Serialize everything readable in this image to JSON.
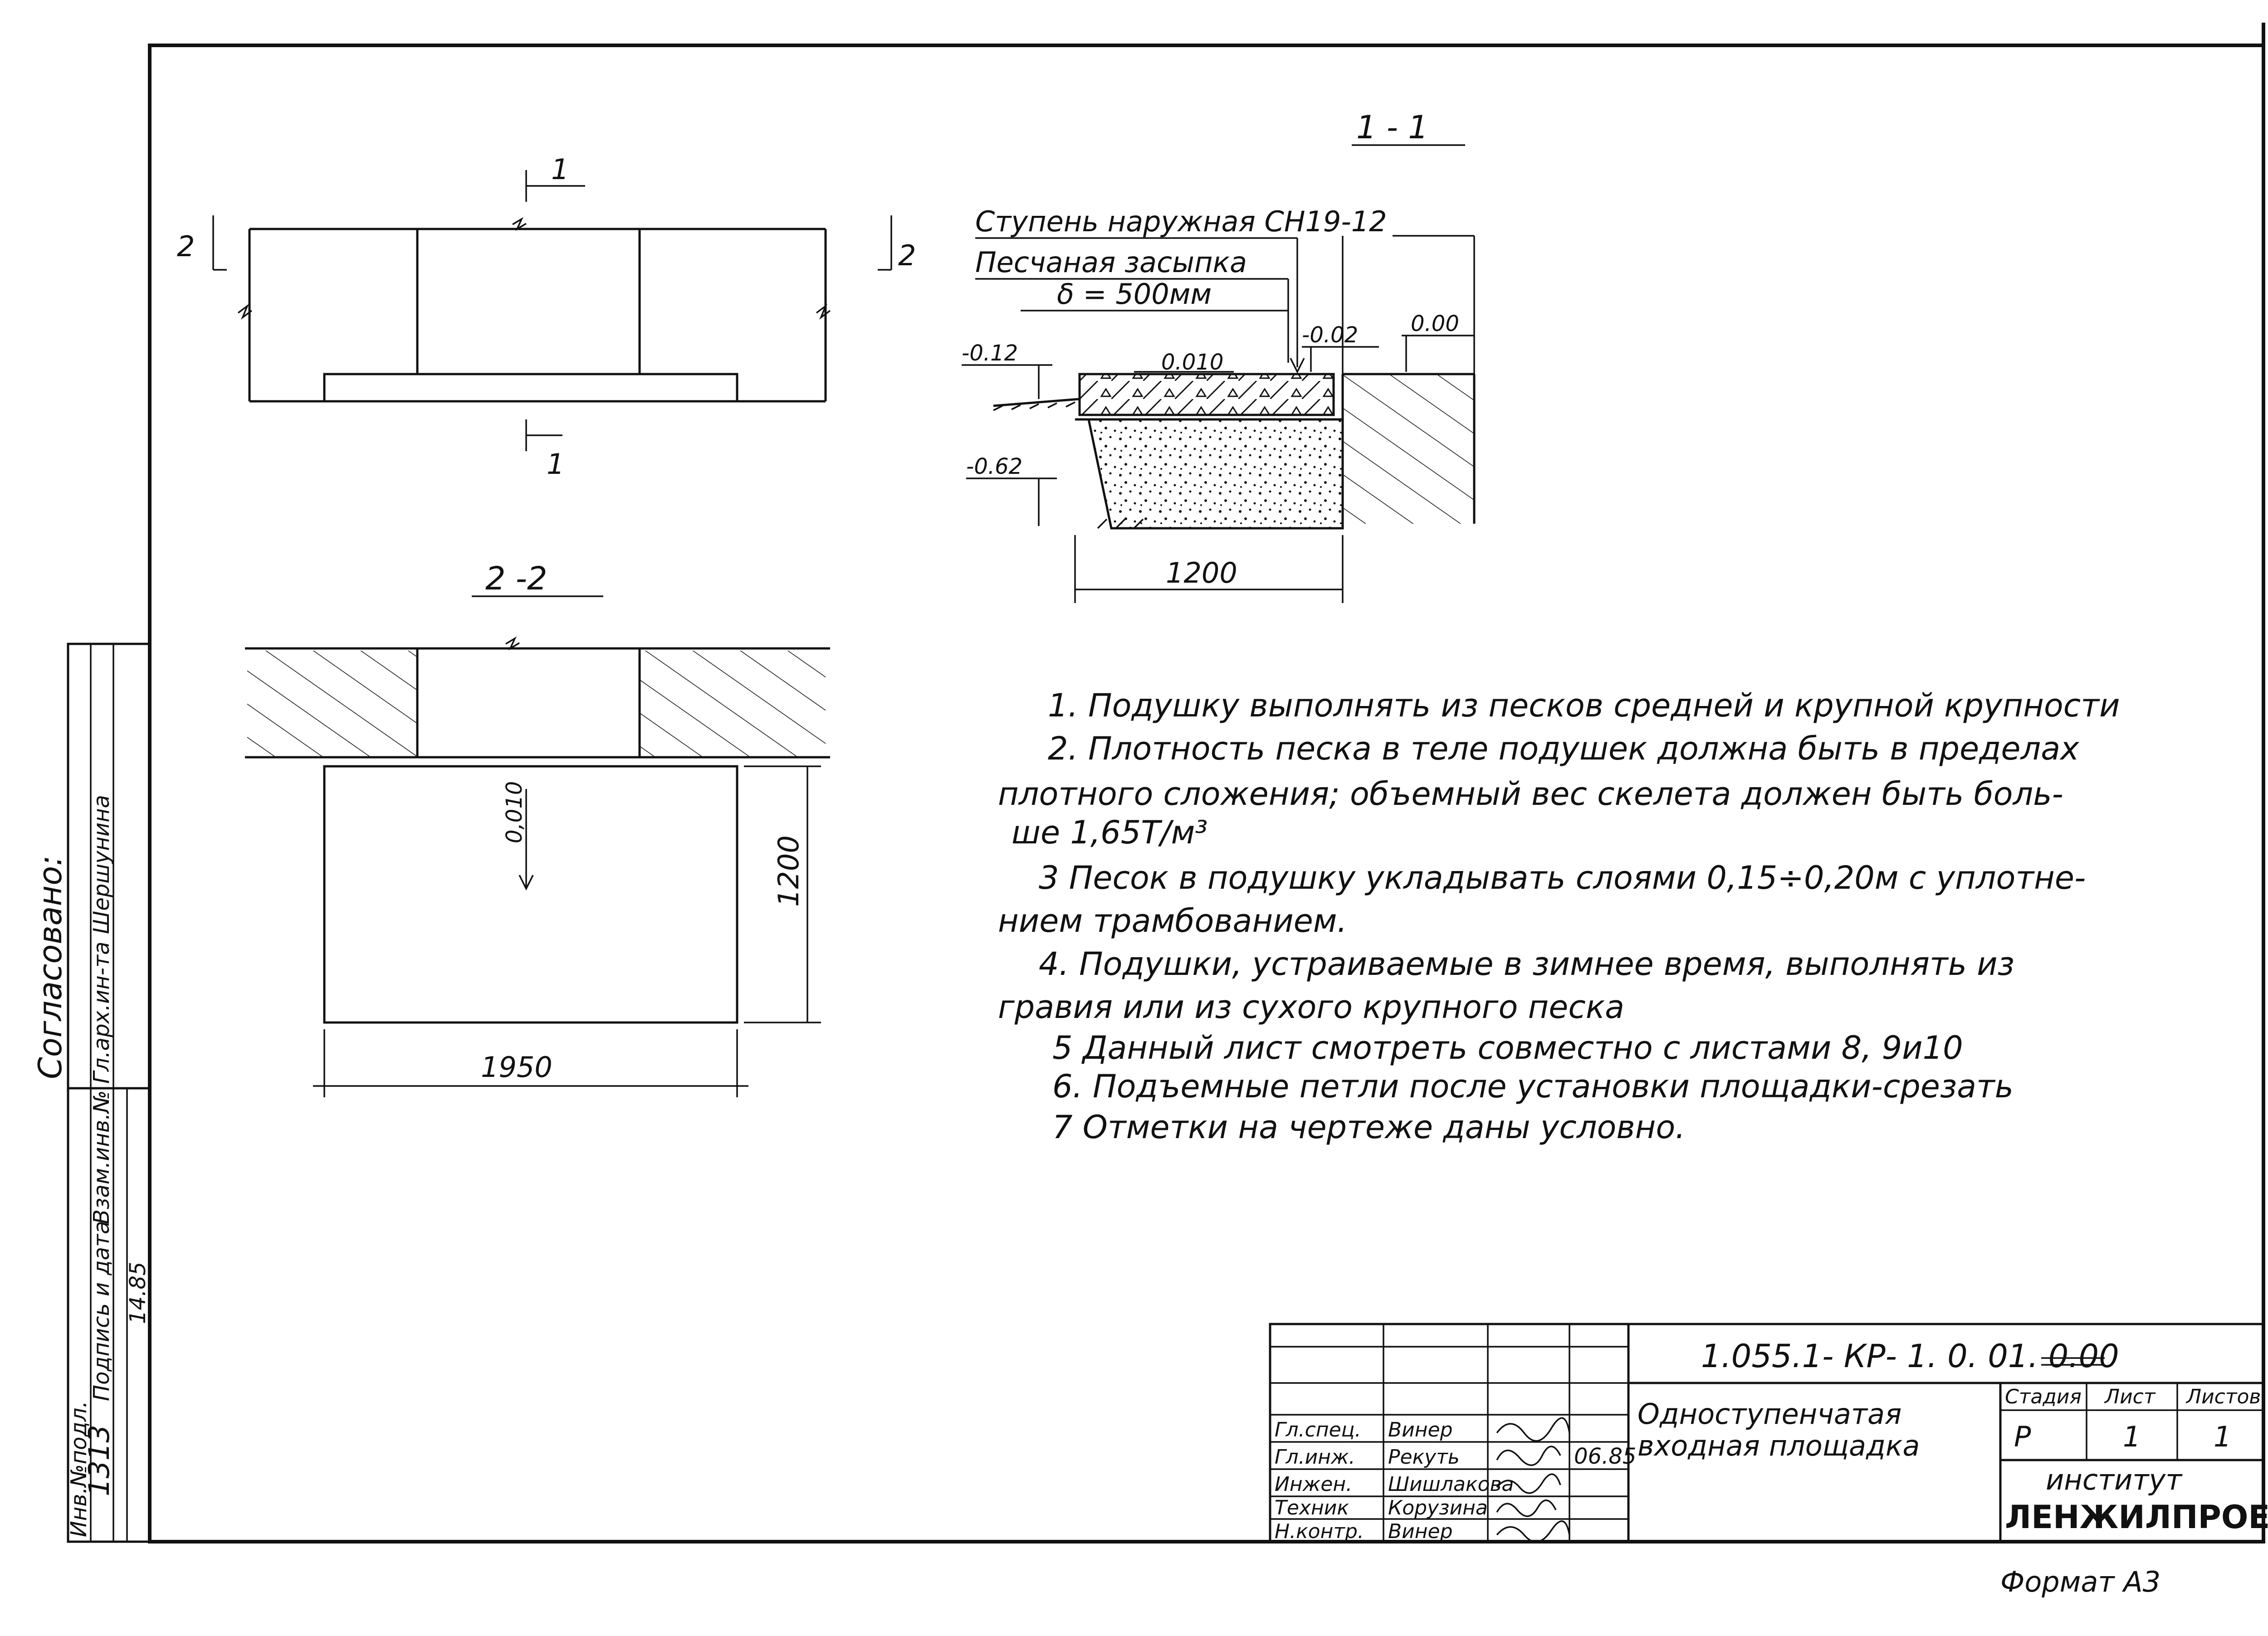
{
  "plan": {
    "cut_mark_left": "2",
    "cut_mark_right": "2",
    "cut_mark_top": "1",
    "cut_mark_bottom": "1"
  },
  "section_1_1": {
    "title": "1 - 1",
    "label_step": "Ступень наружная СН19-12",
    "label_fill": "Песчаная засыпка",
    "label_thickness": "δ = 500мм",
    "level_012": "-0.12",
    "level_062": "-0.62",
    "level_002": "-0.02",
    "level_000": "0.00",
    "slope": "0.010",
    "width": "1200"
  },
  "section_2_2": {
    "title": "2 -2",
    "slope": "0,010",
    "height": "1200",
    "width": "1950"
  },
  "notes": [
    "1. Подушку выполнять из песков средней и крупной крупности",
    "2. Плотность песка в теле подушек должна быть в пределах",
    "плотного сложения; объемный вес скелета должен быть боль-",
    "ше 1,65Т/м³",
    "3 Песок в подушку укладывать слоями 0,15÷0,20м с уплотне-",
    "нием трамбованием.",
    "4. Подушки, устраиваемые в зимнее время, выполнять из",
    "гравия или из сухого крупного песка",
    "5 Данный лист смотреть совместно с листами 8, 9и10",
    "6. Подъемные петли после установки площадки-срезать",
    "7 Отметки на чертеже даны условно."
  ],
  "side_stamp": {
    "agreed": "Согласовано:",
    "col_a": "Гл.арх.ин-та",
    "col_b": "Шершунина",
    "col_c": "Инв.№подл.",
    "col_d": "Подпись и дата",
    "col_e": "Взам.инв.№",
    "inv": "1313",
    "date": "14.85"
  },
  "title_block": {
    "code": "1.055.1- КР- 1. 0. 01. 0.00",
    "name_line1": "Одноступенчатая",
    "name_line2": "входная площадка",
    "stage_hdr": "Стадия",
    "sheet_hdr": "Лист",
    "sheets_hdr": "Листов",
    "stage": "Р",
    "sheet": "1",
    "sheets": "1",
    "institute_label": "институт",
    "institute": "ЛЕНЖИЛПРОЕКТ",
    "date": "06.85",
    "rows": [
      {
        "role": "Гл.спец.",
        "name": "Винер"
      },
      {
        "role": "Гл.инж.",
        "name": "Рекуть"
      },
      {
        "role": "Инжен.",
        "name": "Шишлакова"
      },
      {
        "role": "Техник",
        "name": "Корузина"
      },
      {
        "role": "Н.контр.",
        "name": "Винер"
      }
    ]
  },
  "format": "Формат А3"
}
